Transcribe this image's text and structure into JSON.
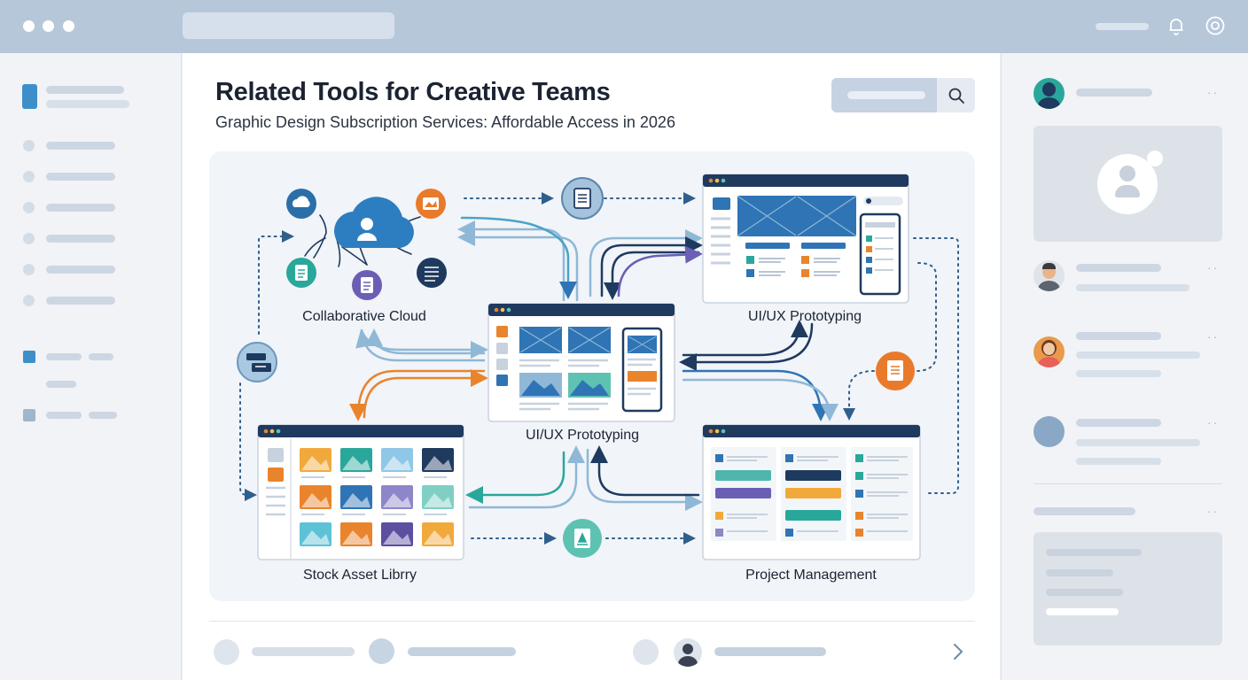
{
  "page": {
    "title": "Related Tools for Creative Teams",
    "subtitle": "Graphic Design Subscription Services: Affordable Access in 2026"
  },
  "diagram": {
    "nodes": {
      "cloud": "Collaborative Cloud",
      "proto_top": "UI/UX Prototyping",
      "proto_center": "UI/UX Prototyping",
      "stock": "Stock Asset Librry",
      "project": "Project Management"
    }
  },
  "colors": {
    "navy": "#1f3a5f",
    "blue": "#2f74b5",
    "teal": "#2aa79b",
    "orange": "#e9842c",
    "purple": "#6b5fb5",
    "light_blue": "#8fb8d6"
  },
  "icons": [
    "bell-icon",
    "settings-icon",
    "search-icon",
    "cloud-icon",
    "document-icon",
    "image-icon",
    "chevron-right-icon",
    "avatar-icon"
  ]
}
